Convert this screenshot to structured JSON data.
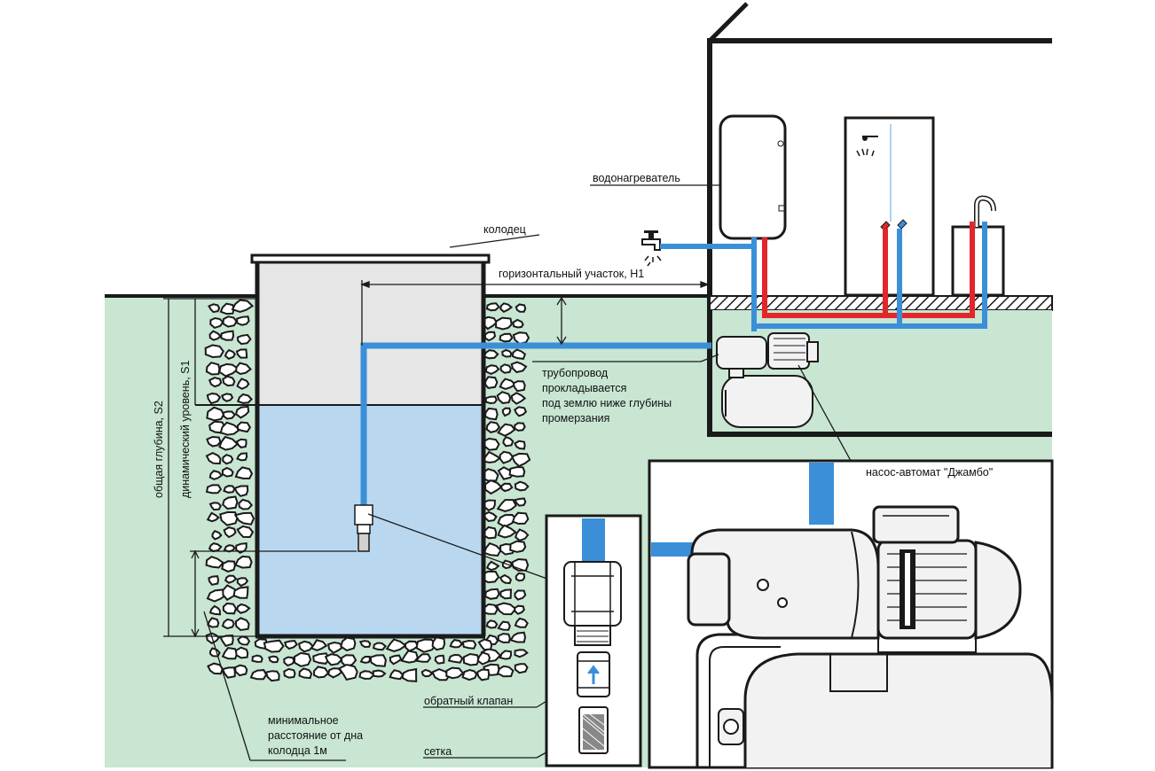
{
  "labels": {
    "well": "колодец",
    "water_heater": "водонагреватель",
    "horizontal_section": "горизонтальный участок, Н1",
    "pipeline_line1": "трубопровод",
    "pipeline_line2": "прокладывается",
    "pipeline_line3": "под землю ниже глубины",
    "pipeline_line4": "промерзания",
    "pump_station": "насос-автомат \"Джамбо\"",
    "total_depth": "общая глубина, S2",
    "dynamic_level": "динамический уровень, S1",
    "min_distance_line1": "минимальное",
    "min_distance_line2": "расстояние от дна",
    "min_distance_line3": "колодца 1м",
    "check_valve": "обратный клапан",
    "strainer": "сетка"
  },
  "colors": {
    "ground": "#c8e6d2",
    "well_air": "#e6e6e6",
    "well_water": "#b9d8f0",
    "pipe_cold": "#3a8fd8",
    "pipe_hot": "#e3262a",
    "outline": "#1a1a1a",
    "pump_body": "#f2f2f2"
  }
}
